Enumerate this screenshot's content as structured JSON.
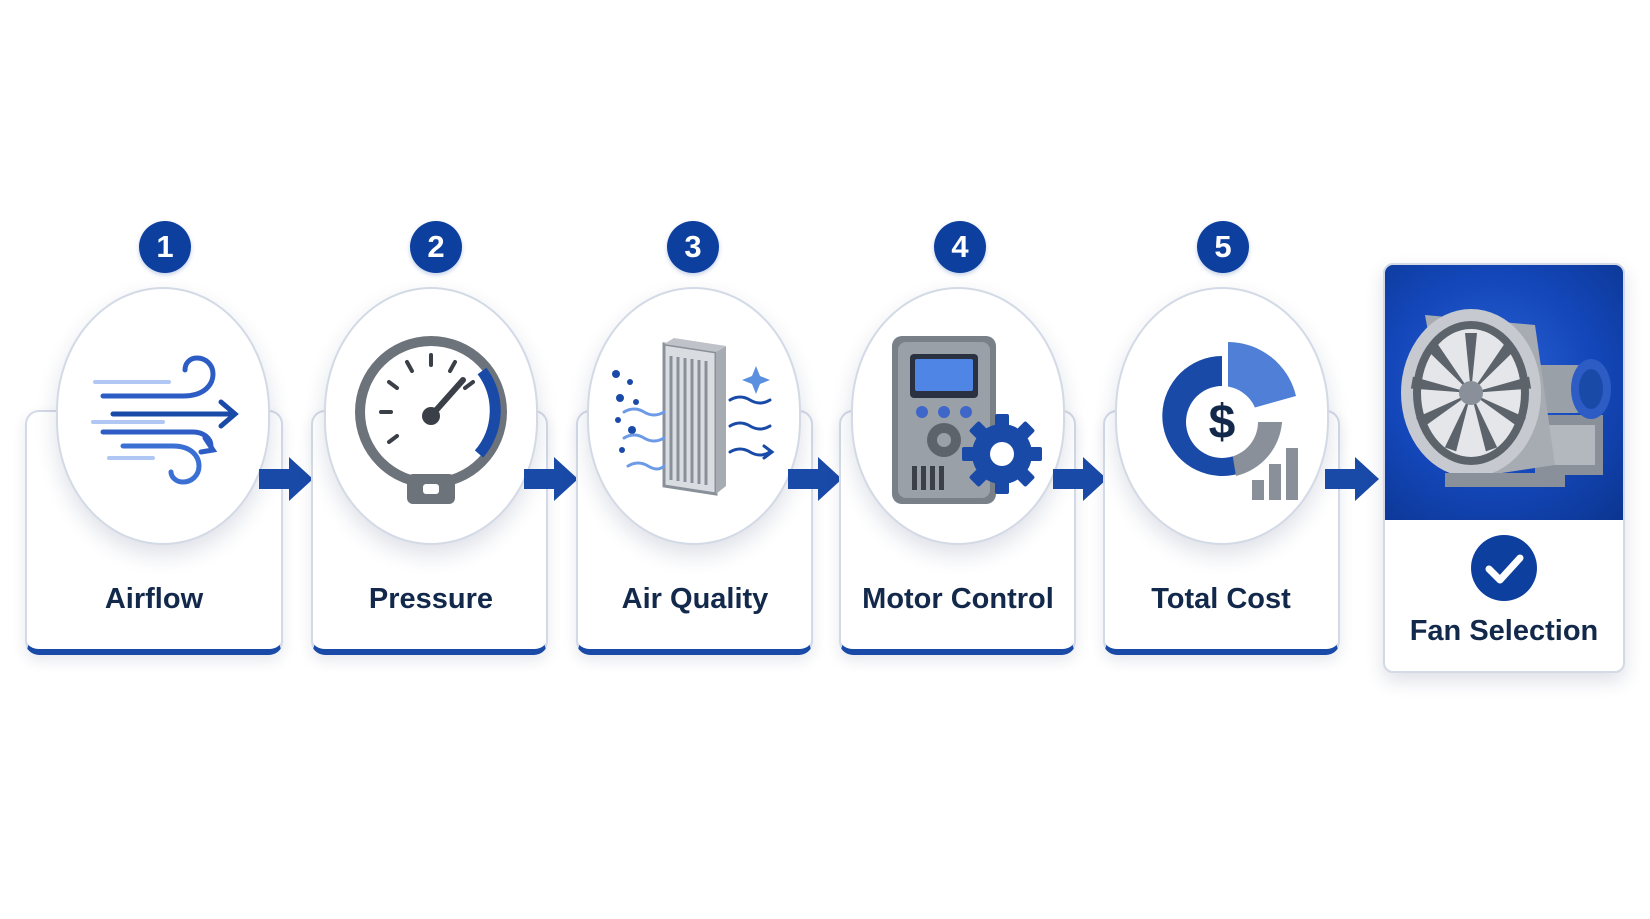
{
  "steps": [
    {
      "number": "1",
      "label": "Airflow",
      "icon": "airflow-icon"
    },
    {
      "number": "2",
      "label": "Pressure",
      "icon": "pressure-gauge-icon"
    },
    {
      "number": "3",
      "label": "Air Quality",
      "icon": "air-filter-icon"
    },
    {
      "number": "4",
      "label": "Motor Control",
      "icon": "motor-controller-icon"
    },
    {
      "number": "5",
      "label": "Total Cost",
      "icon": "cost-chart-icon"
    }
  ],
  "result": {
    "label": "Fan Selection",
    "icon": "centrifugal-fan-icon",
    "status_icon": "checkmark-icon"
  },
  "colors": {
    "primary": "#0d3f9e",
    "accent": "#1a4aa8",
    "light_blue": "#5b8fe0",
    "gray": "#8a9099",
    "border": "#d3dae6",
    "text": "#13294b"
  }
}
